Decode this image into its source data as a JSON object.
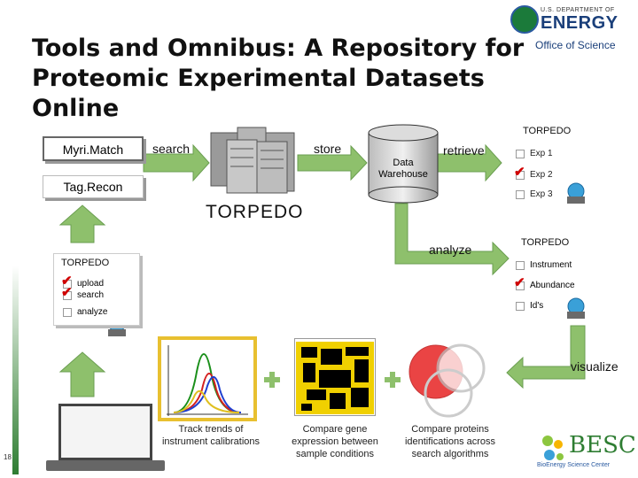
{
  "header": {
    "title_line1": "Tools and Omnibus: A Repository for",
    "title_line2": "Proteomic Experimental Datasets Online"
  },
  "logo_doe": {
    "small": "U.S. DEPARTMENT OF",
    "big": "ENERGY",
    "office": "Office of Science"
  },
  "flow": {
    "myrimatch": "Myri.Match",
    "tagrecon": "Tag.Recon",
    "search": "search",
    "store": "store",
    "retrieve": "retrieve",
    "warehouse": "Data Warehouse",
    "torpedo_center": "TORPEDO",
    "analyze": "analyze",
    "visualize": "visualize"
  },
  "panel_top": {
    "title": "TORPEDO",
    "items": [
      {
        "label": "Exp 1",
        "checked": false
      },
      {
        "label": "Exp 2",
        "checked": true
      },
      {
        "label": "Exp 3",
        "checked": false
      }
    ]
  },
  "panel_mid": {
    "title": "TORPEDO",
    "items": [
      {
        "label": "Instrument",
        "checked": false
      },
      {
        "label": "Abundance",
        "checked": true
      },
      {
        "label": "Id's",
        "checked": false
      }
    ]
  },
  "panel_left": {
    "title": "TORPEDO",
    "items": [
      {
        "label": "upload",
        "checked": true
      },
      {
        "label": "search",
        "checked": true
      },
      {
        "label": "analyze",
        "checked": false
      }
    ]
  },
  "captions": {
    "trends": "Track trends of instrument calibrations",
    "gene": "Compare gene expression between sample conditions",
    "proteins": "Compare proteins identifications across search algorithms"
  },
  "logo_besc": {
    "name": "BESC",
    "sub": "BioEnergy Science Center"
  },
  "page_number": "18",
  "colors": {
    "arrow_green": "#8ec06c",
    "arrow_border": "#6a9e50",
    "check_red": "#d10000",
    "thumb_border": "#e8c030"
  }
}
